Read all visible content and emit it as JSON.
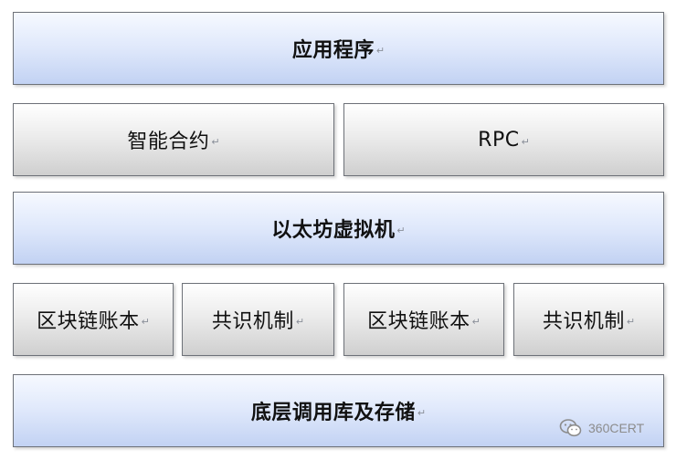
{
  "layers": {
    "application": "应用程序",
    "smart_contract": "智能合约",
    "rpc": "RPC",
    "evm": "以太坊虚拟机",
    "ledger_left": "区块链账本",
    "consensus_left": "共识机制",
    "ledger_right": "区块链账本",
    "consensus_right": "共识机制",
    "storage": "底层调用库及存储"
  },
  "return_mark": "↵",
  "watermark": {
    "text": "360CERT",
    "icon": "wechat-icon"
  },
  "colors": {
    "blue_fill": "#dfe8fb",
    "gray_fill": "#ececec",
    "border": "#6d7178"
  }
}
